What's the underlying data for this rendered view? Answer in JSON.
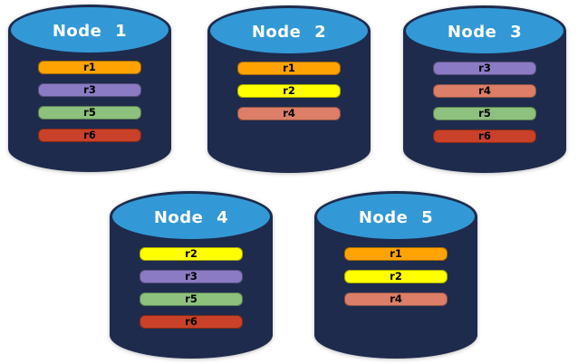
{
  "diagram": {
    "nodes": [
      {
        "label": "Node 1",
        "replicas": [
          "r1",
          "r3",
          "r5",
          "r6"
        ]
      },
      {
        "label": "Node 2",
        "replicas": [
          "r1",
          "r2",
          "r4"
        ]
      },
      {
        "label": "Node 3",
        "replicas": [
          "r3",
          "r4",
          "r5",
          "r6"
        ]
      },
      {
        "label": "Node 4",
        "replicas": [
          "r2",
          "r3",
          "r5",
          "r6"
        ]
      },
      {
        "label": "Node 5",
        "replicas": [
          "r1",
          "r2",
          "r4"
        ]
      }
    ],
    "replica_colors": {
      "r1": "#FFA302",
      "r2": "#FFFF00",
      "r3": "#8A7BC4",
      "r4": "#DC7E68",
      "r5": "#8DC17D",
      "r6": "#C84128"
    },
    "colors": {
      "background": "#FFFFFF",
      "cylinder_body": "#1E2B4D",
      "cylinder_top": "#3399D6",
      "node_label_text": "#FFFFFF",
      "replica_label_text": "#000000"
    }
  }
}
